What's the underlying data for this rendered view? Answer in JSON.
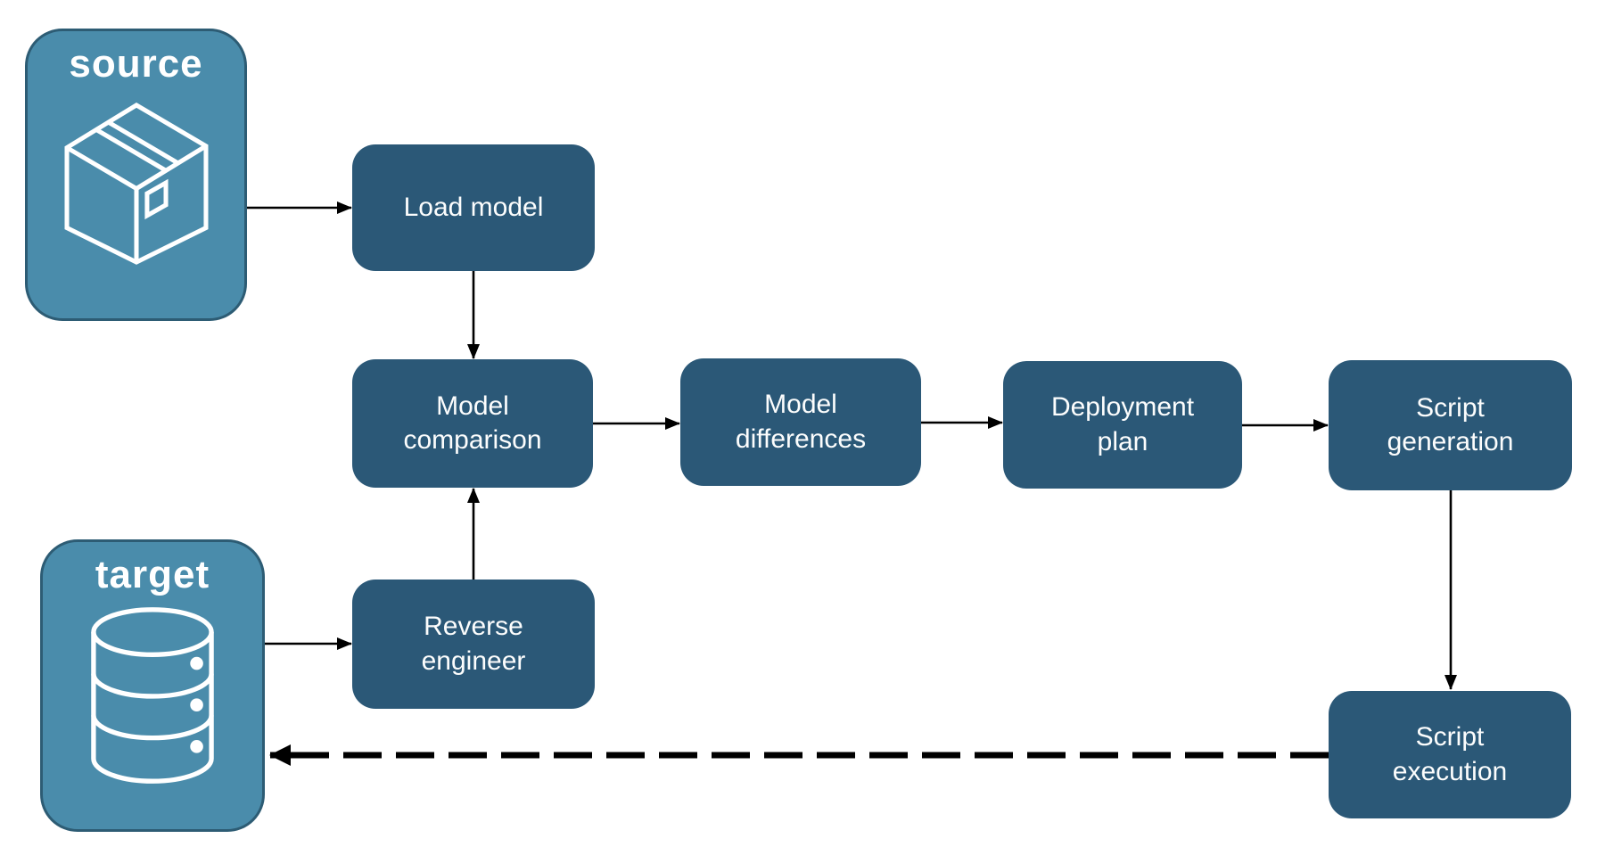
{
  "diagram": {
    "source_label": "source",
    "target_label": "target",
    "nodes": {
      "load_model": "Load model",
      "model_comparison": "Model comparison",
      "model_differences": "Model differences",
      "deployment_plan": "Deployment plan",
      "script_generation": "Script generation",
      "reverse_engineer": "Reverse engineer",
      "script_execution": "Script execution"
    },
    "icons": {
      "source": "package-icon",
      "target": "database-icon"
    },
    "edges": [
      {
        "from": "source",
        "to": "load_model",
        "style": "solid"
      },
      {
        "from": "load_model",
        "to": "model_comparison",
        "style": "solid"
      },
      {
        "from": "target",
        "to": "reverse_engineer",
        "style": "solid"
      },
      {
        "from": "reverse_engineer",
        "to": "model_comparison",
        "style": "solid"
      },
      {
        "from": "model_comparison",
        "to": "model_differences",
        "style": "solid"
      },
      {
        "from": "model_differences",
        "to": "deployment_plan",
        "style": "solid"
      },
      {
        "from": "deployment_plan",
        "to": "script_generation",
        "style": "solid"
      },
      {
        "from": "script_generation",
        "to": "script_execution",
        "style": "solid"
      },
      {
        "from": "script_execution",
        "to": "target",
        "style": "dashed"
      }
    ],
    "colors": {
      "node_fill": "#2b5877",
      "container_fill": "#4a8cab",
      "container_border": "#2d5c74",
      "node_text": "#fcfdfd",
      "title_text": "#ffffff",
      "arrow": "#000000",
      "background": "#ffffff"
    }
  }
}
